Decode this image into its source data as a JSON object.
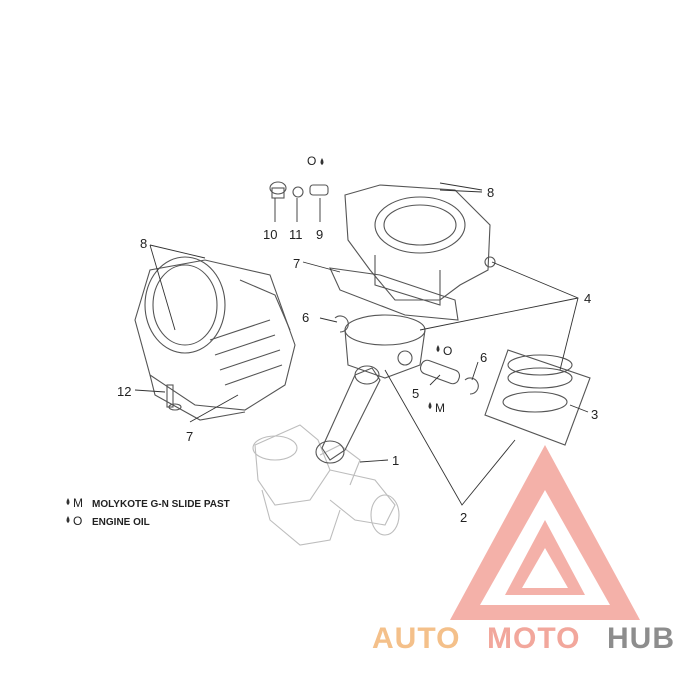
{
  "callouts": {
    "c1": "1",
    "c2": "2",
    "c3": "3",
    "c4": "4",
    "c5": "5",
    "c6a": "6",
    "c6b": "6",
    "c7a": "7",
    "c7b": "7",
    "c8a": "8",
    "c8b": "8",
    "c9": "9",
    "c10": "10",
    "c11": "11",
    "c12": "12"
  },
  "markers": {
    "oil_top": "O",
    "oil_piston": "O",
    "molykote_pin": "M"
  },
  "legend": {
    "molykote_symbol": "M",
    "molykote_text": "MOLYKOTE G-N SLIDE PAST",
    "oil_symbol": "O",
    "oil_text": "ENGINE OIL"
  },
  "watermark": {
    "part1": "AUTO",
    "part2": "MOTO",
    "part3": "HUB"
  },
  "colors": {
    "logo_auto": "#f4c08a",
    "logo_moto": "#f2a79c",
    "logo_hub": "#8d8d8d",
    "triangle": "#f08a80"
  }
}
